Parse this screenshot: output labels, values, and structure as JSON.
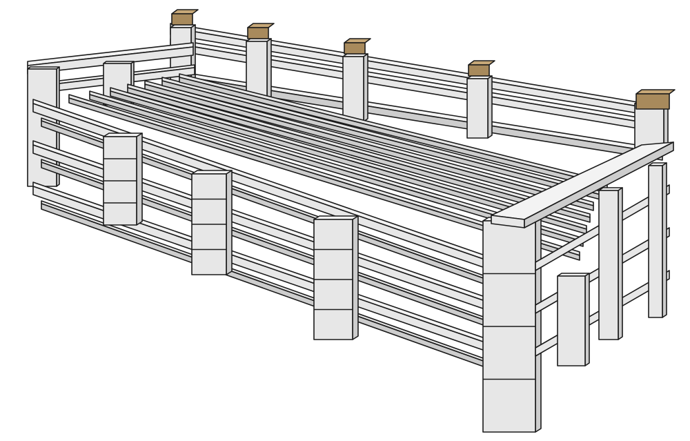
{
  "diagram": {
    "subject": "pallet-sofa-3d-model",
    "colors": {
      "background": "#ffffff",
      "outline": "#1a1a1a",
      "face_top": "#f3f3f3",
      "face_light": "#e7e7e7",
      "face_mid": "#cdcdcd",
      "face_dark": "#b5b5b5",
      "post_cap": "#c7a878",
      "post_cap_dark": "#a88a5c"
    },
    "pallet_layers": 3,
    "seat_slats": 7,
    "backrest_rails": 3,
    "backrest_posts": 5
  }
}
